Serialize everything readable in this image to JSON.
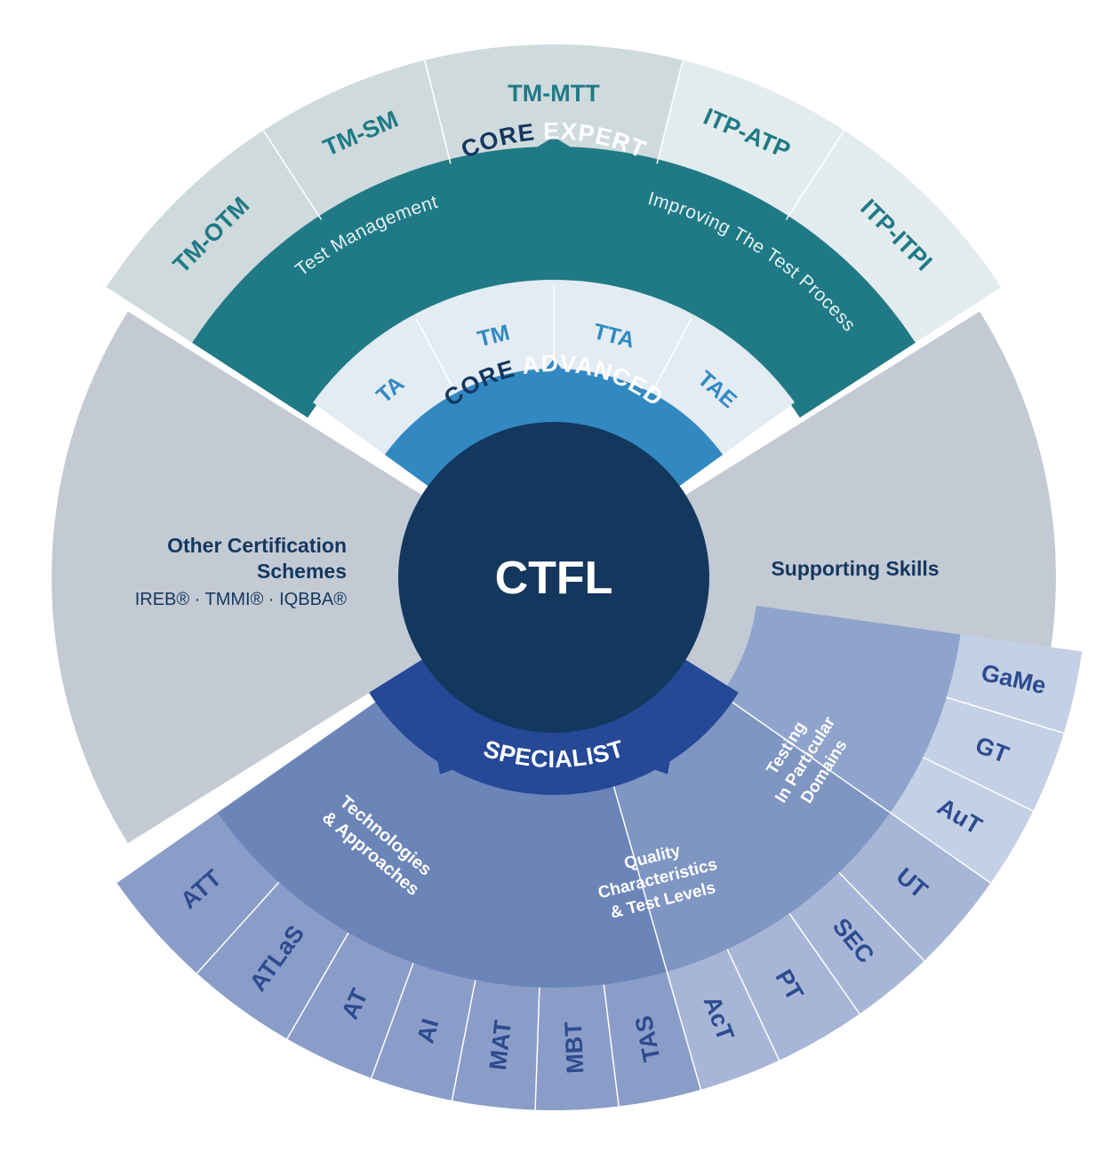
{
  "center": {
    "label": "CTFL",
    "color": "#14375e"
  },
  "core_advanced": {
    "prefix": "CORE",
    "title": "ADVANCED",
    "modules": [
      "TA",
      "TM",
      "TTA",
      "TAE"
    ]
  },
  "core_expert": {
    "prefix": "CORE",
    "title": "EXPERT",
    "left_stream": "Test Management",
    "right_stream": "Improving The Test Process",
    "modules": [
      "TM-OTM",
      "TM-SM",
      "TM-MTT",
      "ITP-ATP",
      "ITP-ITPI"
    ]
  },
  "other_schemes": {
    "title_line1": "Other Certification",
    "title_line2": "Schemes",
    "items": "IREB® · TMMI® · IQBBA®"
  },
  "supporting_skills": {
    "title": "Supporting Skills"
  },
  "specialist": {
    "title": "SPECIALIST",
    "groups": {
      "technologies": [
        "Technologies",
        "& Approaches"
      ],
      "quality": [
        "Quality",
        "Characteristics",
        "& Test Levels"
      ],
      "domains": [
        "Testing",
        "In Particular",
        "Domains"
      ]
    },
    "modules_technologies": [
      "ATT",
      "ATLaS",
      "AT",
      "AI",
      "MAT",
      "MBT",
      "TAS"
    ],
    "modules_quality": [
      "AcT",
      "PT",
      "SEC",
      "UT"
    ],
    "modules_domains": [
      "AuT",
      "GT",
      "GaMe"
    ]
  },
  "colors": {
    "expert_band": "#1f7a86",
    "expert_outer": "#cfdadd",
    "expert_outer_light": "#e2ecee",
    "advanced_band": "#3289c2",
    "advanced_modules": "#e3ebf3",
    "side_grey": "#c3cad4",
    "specialist_band": "#254897",
    "tech_group": "#6c85b8",
    "quality_group": "#7f95c2",
    "domain_group": "#8fa4cc",
    "outer_tech": "#8a9dc8",
    "outer_quality": "#a7b6d7",
    "outer_domain": "#c4d0e5"
  }
}
